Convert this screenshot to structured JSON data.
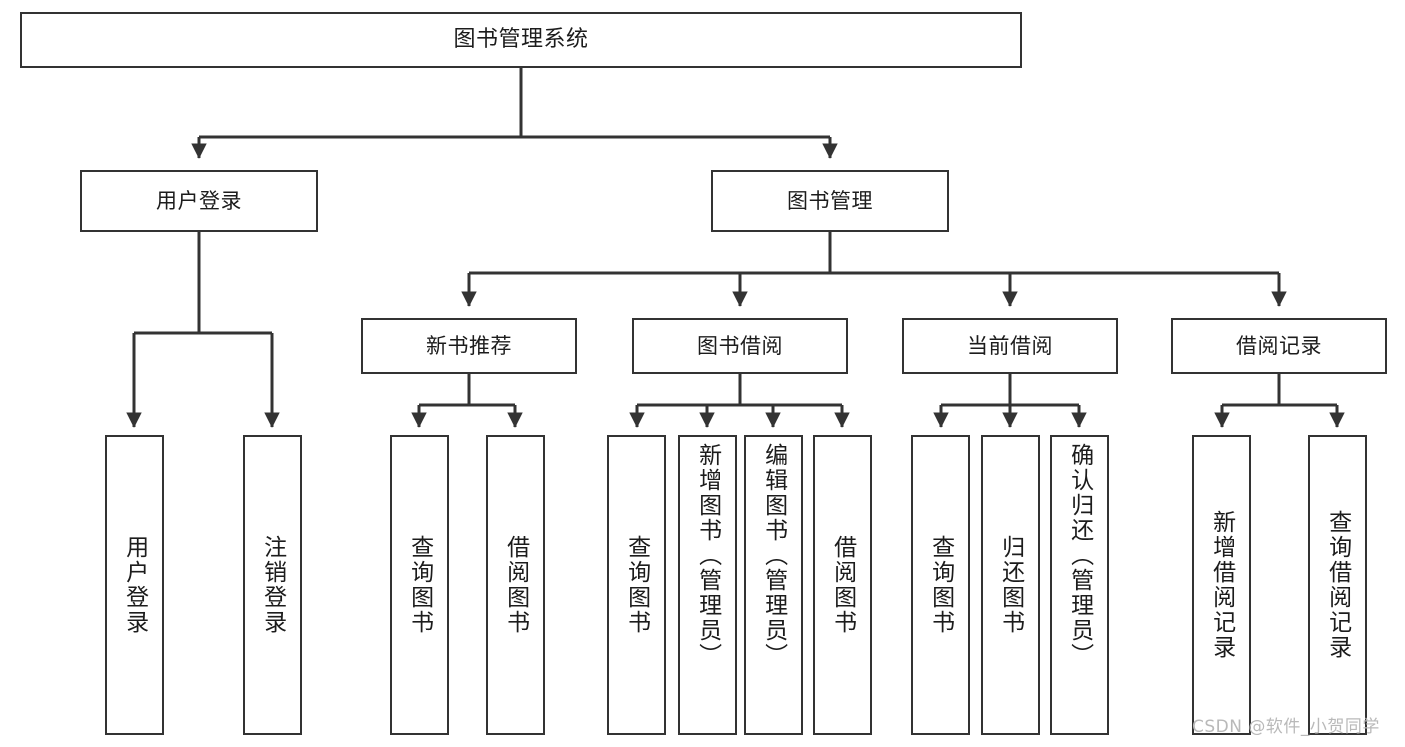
{
  "diagram": {
    "title": "图书管理系统",
    "type": "tree",
    "watermark": "CSDN @软件_小贺同学",
    "colors": {
      "stroke": "#333333",
      "fill": "#ffffff",
      "text": "#1c1c1c",
      "watermark": "#b9b9b9"
    },
    "nodes": {
      "root": {
        "label": "图书管理系统"
      },
      "level2": [
        {
          "id": "user-login",
          "label": "用户登录"
        },
        {
          "id": "book-manage",
          "label": "图书管理"
        }
      ],
      "level3": [
        {
          "id": "new-book-rec",
          "label": "新书推荐"
        },
        {
          "id": "book-borrow",
          "label": "图书借阅"
        },
        {
          "id": "current-borrow",
          "label": "当前借阅"
        },
        {
          "id": "borrow-record",
          "label": "借阅记录"
        }
      ],
      "leaves": {
        "user-login": [
          {
            "id": "leaf-user-login",
            "label": "用户登录"
          },
          {
            "id": "leaf-logout",
            "label": "注销登录"
          }
        ],
        "new-book-rec": [
          {
            "id": "leaf-query-book-1",
            "label": "查询图书"
          },
          {
            "id": "leaf-borrow-book-1",
            "label": "借阅图书"
          }
        ],
        "book-borrow": [
          {
            "id": "leaf-query-book-2",
            "label": "查询图书"
          },
          {
            "id": "leaf-add-book",
            "label": "新增图书（管理员）"
          },
          {
            "id": "leaf-edit-book",
            "label": "编辑图书（管理员）"
          },
          {
            "id": "leaf-borrow-book-2",
            "label": "借阅图书"
          }
        ],
        "current-borrow": [
          {
            "id": "leaf-query-book-3",
            "label": "查询图书"
          },
          {
            "id": "leaf-return-book",
            "label": "归还图书"
          },
          {
            "id": "leaf-confirm-return",
            "label": "确认归还（管理员）"
          }
        ],
        "borrow-record": [
          {
            "id": "leaf-add-record",
            "label": "新增借阅记录"
          },
          {
            "id": "leaf-query-record",
            "label": "查询借阅记录"
          }
        ]
      }
    }
  }
}
